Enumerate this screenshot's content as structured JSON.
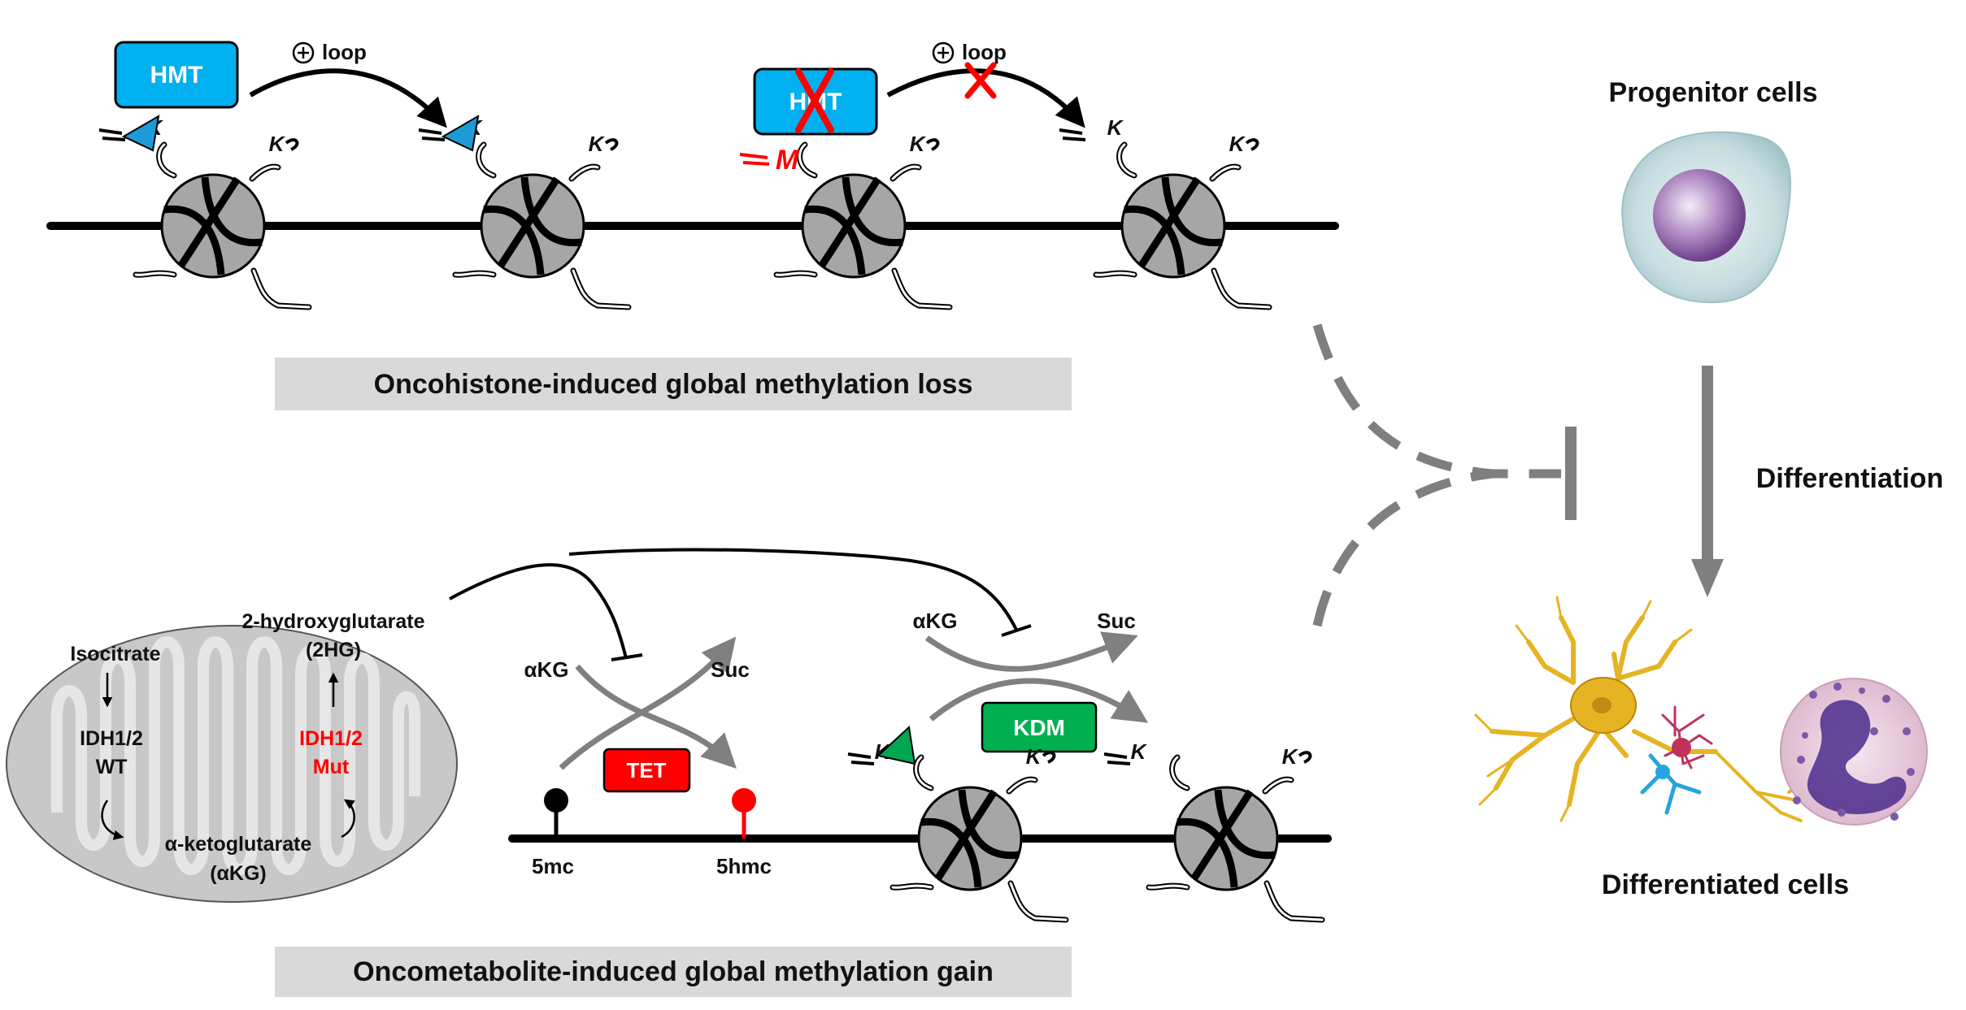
{
  "top": {
    "caption": "Oncohistone-induced global methylation loss",
    "enzyme": "HMT",
    "loop_label": "loop",
    "mutant_mark": "M",
    "lysine": "K"
  },
  "bottom": {
    "caption": "Oncometabolite-induced global methylation gain",
    "mito": {
      "isocitrate": "Isocitrate",
      "idh_wt": "IDH1/2",
      "wt": "WT",
      "akg": "α-ketoglutarate",
      "akg_abbr": "(αKG)",
      "idh_mut": "IDH1/2",
      "mut": "Mut",
      "twohg": "2-hydroxyglutarate",
      "twohg_abbr": "(2HG)"
    },
    "tet": {
      "enzyme": "TET",
      "substrate": "αKG",
      "product": "Suc",
      "mark_5mc": "5mc",
      "mark_5hmc": "5hmc"
    },
    "kdm": {
      "enzyme": "KDM",
      "substrate": "αKG",
      "product": "Suc"
    },
    "lysine": "K"
  },
  "right": {
    "progenitor": "Progenitor cells",
    "process": "Differentiation",
    "differentiated": "Differentiated cells"
  },
  "colors": {
    "hmt_fill": "#00B0F0",
    "tet_fill": "#FF0000",
    "kdm_fill": "#00B050",
    "mark_blue": "#1E9AD6",
    "mark_green": "#00A651",
    "mut_red": "#FF0000",
    "caption_bg": "#D9D9D9",
    "arrow_gray": "#7F7F7F"
  }
}
